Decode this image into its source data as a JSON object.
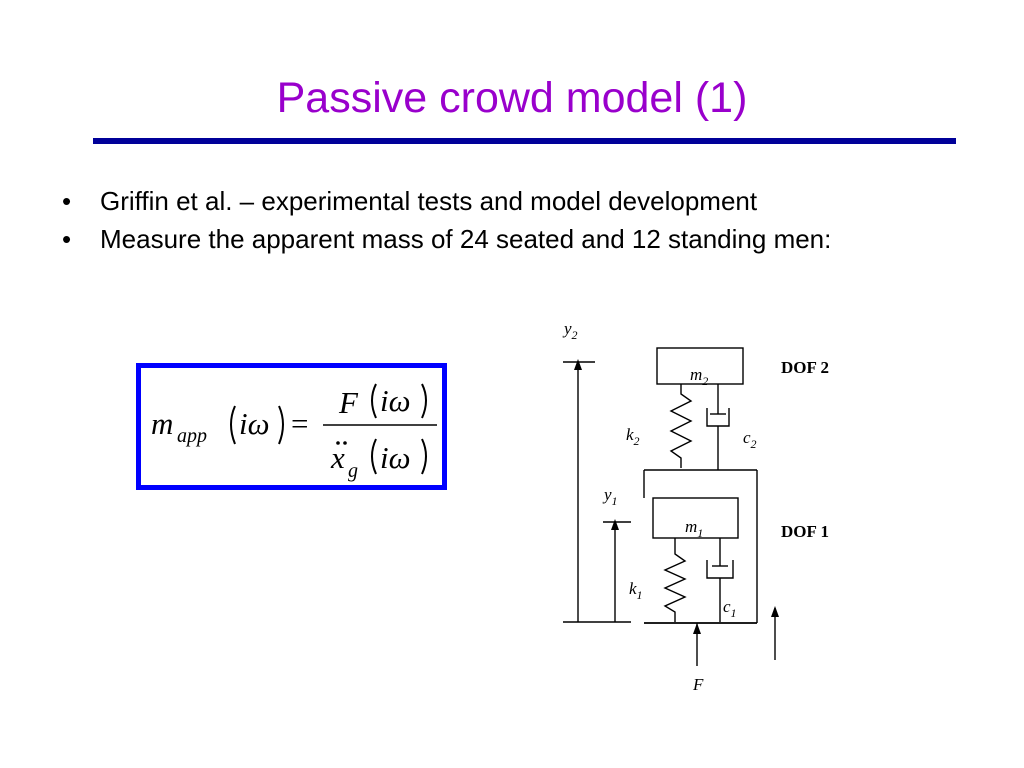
{
  "slide": {
    "title": "Passive crowd model (1)",
    "colors": {
      "title": "#9900cc",
      "rule": "#000099",
      "formula_border": "#0000ff",
      "text": "#000000"
    }
  },
  "bullets": [
    {
      "marker": "•",
      "text": "Griffin et al. – experimental tests and model development"
    },
    {
      "marker": "•",
      "text": "Measure the apparent mass of 24 seated and 12 standing men:"
    }
  ],
  "formula": {
    "lhs_symbol": "m",
    "lhs_subscript": "app",
    "lhs_argument": "iω",
    "equals": "=",
    "numerator_symbol": "F",
    "numerator_argument": "iω",
    "denominator_symbol": "x",
    "denominator_subscript": "g",
    "denominator_argument": "iω"
  },
  "diagram": {
    "dof2_label": "DOF 2",
    "dof1_label": "DOF 1",
    "mass2": {
      "symbol": "m",
      "sub": "2"
    },
    "mass1": {
      "symbol": "m",
      "sub": "1"
    },
    "spring2": {
      "symbol": "k",
      "sub": "2"
    },
    "spring1": {
      "symbol": "k",
      "sub": "1"
    },
    "damper2": {
      "symbol": "c",
      "sub": "2"
    },
    "damper1": {
      "symbol": "c",
      "sub": "1"
    },
    "disp2": {
      "symbol": "y",
      "sub": "2"
    },
    "disp1": {
      "symbol": "y",
      "sub": "1"
    },
    "force_label": "F"
  }
}
